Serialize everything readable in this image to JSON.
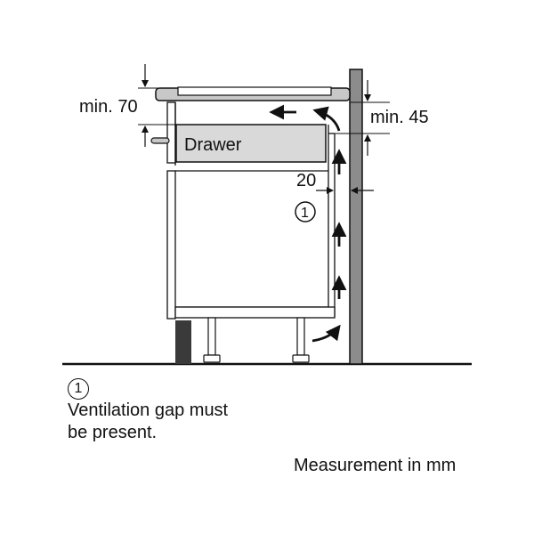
{
  "labels": {
    "min_top": "min. 70",
    "min_gap": "min. 45",
    "drawer": "Drawer",
    "gap_width": "20",
    "callout": "1"
  },
  "note": {
    "number": "1",
    "line1": "Ventilation gap must",
    "line2": "be present."
  },
  "measurement_note": "Measurement in mm",
  "colors": {
    "line": "#111111",
    "drawer_fill": "#d9d9d9",
    "hob_fill": "#c8c8c8",
    "wall_fill": "#8c8c8c",
    "plinth_fill": "#3a3a3a"
  },
  "icons": [
    "airflow-arrow-icon",
    "circled-number-icon"
  ]
}
